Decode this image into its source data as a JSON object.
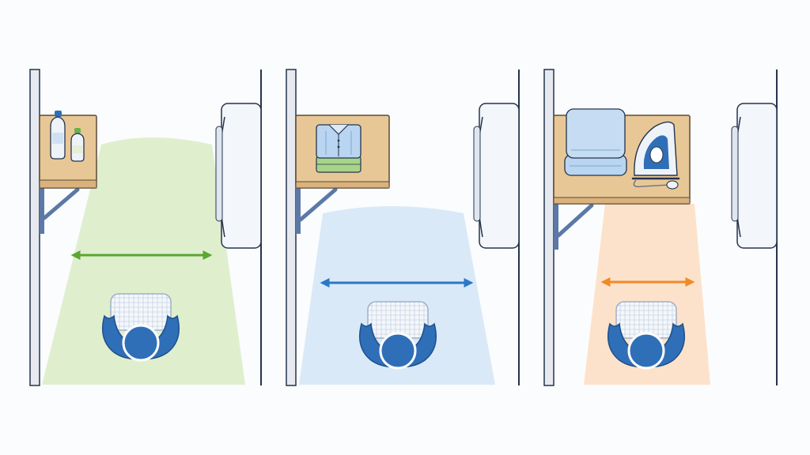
{
  "colors": {
    "background": "#fbfcfd",
    "wall": "#e6eaf0",
    "wall_stroke": "#24344d",
    "shelf": "#e8c796",
    "shelf_stroke": "#5b4a38",
    "bracket": "#5b79a6",
    "appliance": "#f3f6fa",
    "appliance_stroke": "#24344d",
    "person": "#2f6fb8",
    "person_dark": "#1f4f8a",
    "basket": "#f4f7fb"
  },
  "panels": [
    {
      "zone_color": "#dcedc9",
      "arrow_color": "#5aa732",
      "shelf_items": [
        "water-bottle",
        "small-bottle"
      ],
      "zone_shape": "wide-fan"
    },
    {
      "zone_color": "#d7e8f8",
      "arrow_color": "#2c77c6",
      "shelf_items": [
        "folded-shirts"
      ],
      "zone_shape": "arched-wide"
    },
    {
      "zone_color": "#fde0c8",
      "arrow_color": "#f08a27",
      "shelf_items": [
        "folded-towels",
        "iron"
      ],
      "zone_shape": "narrow-strip"
    }
  ]
}
